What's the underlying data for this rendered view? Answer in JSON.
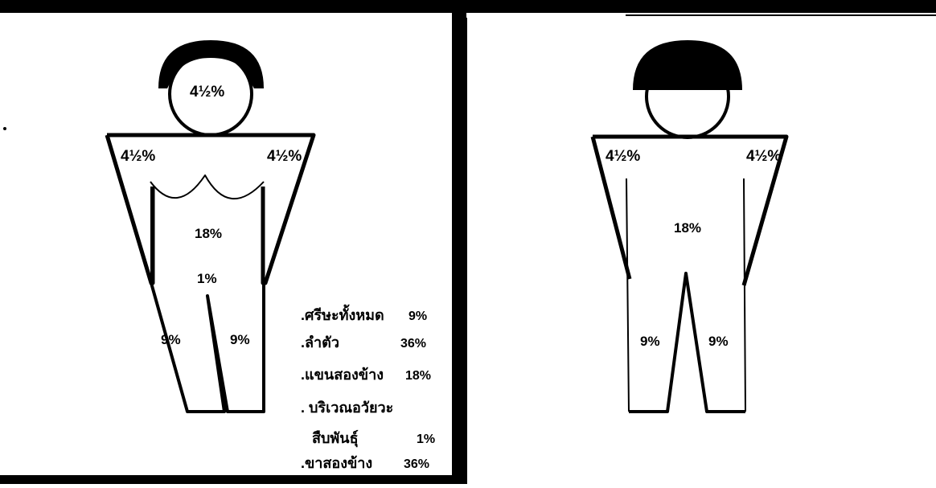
{
  "colors": {
    "ink": "#000000",
    "paper": "#ffffff"
  },
  "front_figure": {
    "head_label": "4½%",
    "left_arm_label": "4½%",
    "right_arm_label": "4½%",
    "trunk_label": "18%",
    "groin_label": "1%",
    "left_leg_label": "9%",
    "right_leg_label": "9%"
  },
  "back_figure": {
    "left_arm_label": "4½%",
    "right_arm_label": "4½%",
    "trunk_label": "18%",
    "left_leg_label": "9%",
    "right_leg_label": "9%"
  },
  "legend": [
    {
      "label": ".ศรีษะทั้งหมด",
      "value": "9%"
    },
    {
      "label": ".ลำตัว",
      "value": "36%"
    },
    {
      "label": ".แขนสองข้าง",
      "value": "18%"
    },
    {
      "label": ". บริเวณอวัยวะ",
      "value": ""
    },
    {
      "label": "สืบพันธุ์",
      "value": "1%"
    },
    {
      "label": ".ขาสองข้าง",
      "value": "36%"
    }
  ]
}
